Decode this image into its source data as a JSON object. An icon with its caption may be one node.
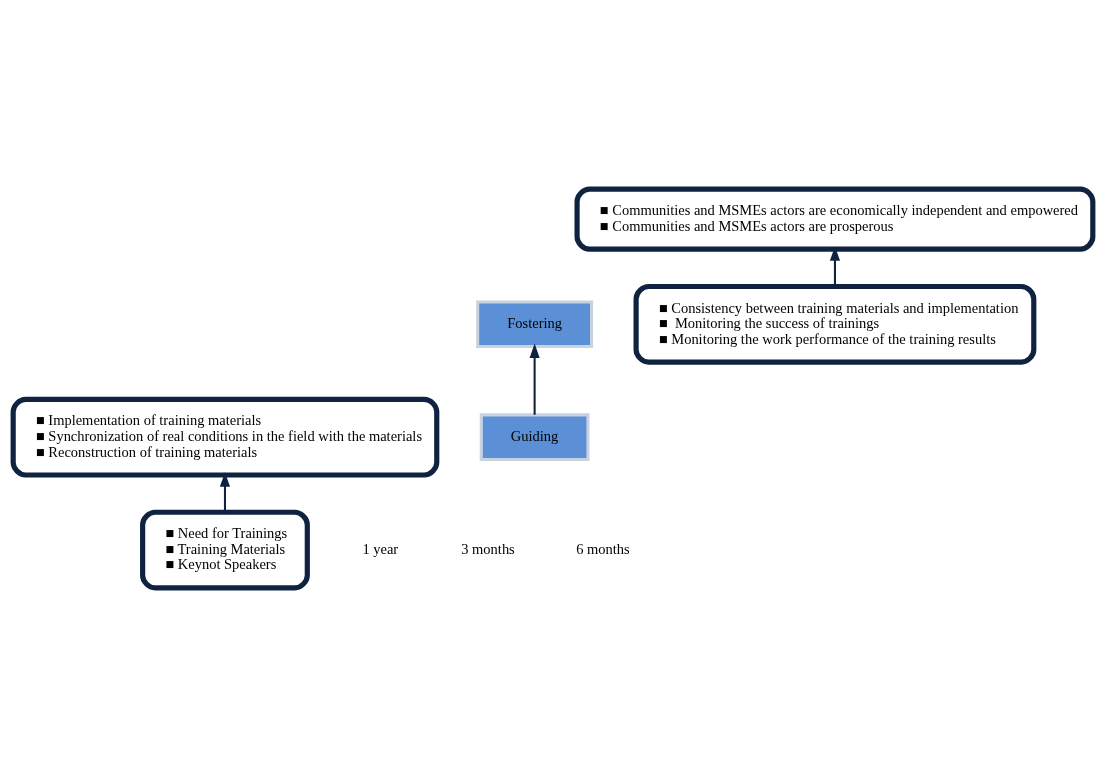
{
  "diagram": {
    "nodes": [
      {
        "text": [
          "■ Need for Trainings",
          "■ Training Materials",
          "■ Keynot Speakers"
        ]
      },
      {
        "text": [
          "■ Implementation of training materials",
          "■ Synchronization of real conditions in the field with the materials",
          "■ Reconstruction of training materials"
        ]
      },
      {
        "text": [
          "Guiding"
        ]
      },
      {
        "text": [
          "■ Consistency between training materials and implementation",
          "■  Monitoring the success of trainings",
          "■ Monitoring the work performance of the training results"
        ]
      },
      {
        "text": [
          "Fostering"
        ]
      },
      {
        "text": [
          "■ Communities and MSMEs actors are economically independent and empowered",
          "■ Communities and MSMEs actors are prosperous"
        ]
      }
    ],
    "edges": [
      {
        "from": 0,
        "to": 1,
        "arrow": "to"
      },
      {
        "from": 2,
        "to": 4,
        "arrow": "to"
      },
      {
        "from": 3,
        "to": 5,
        "arrow": "to"
      }
    ],
    "labels": [
      "1 year",
      "3 months",
      "6 months"
    ]
  }
}
